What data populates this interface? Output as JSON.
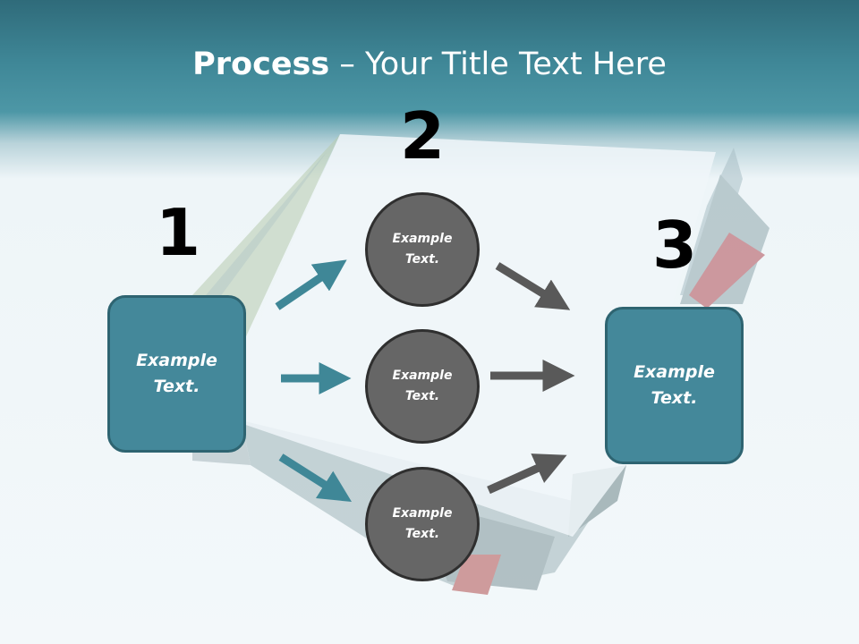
{
  "title": {
    "bold": "Process",
    "rest": " – Your Title Text Here"
  },
  "steps": [
    {
      "number": "1"
    },
    {
      "number": "2"
    },
    {
      "number": "3"
    }
  ],
  "left_box": {
    "text": "Example\nText."
  },
  "right_box": {
    "text": "Example\nText."
  },
  "circles": [
    {
      "text": "Example\nText."
    },
    {
      "text": "Example\nText."
    },
    {
      "text": "Example\nText."
    }
  ],
  "colors": {
    "teal": "#44889a",
    "teal_border": "#2e6471",
    "circle": "#666666",
    "circle_border": "#2f2f2f",
    "arrow_teal": "#3f8797",
    "arrow_gray": "#595959",
    "header": "#3f8797"
  }
}
